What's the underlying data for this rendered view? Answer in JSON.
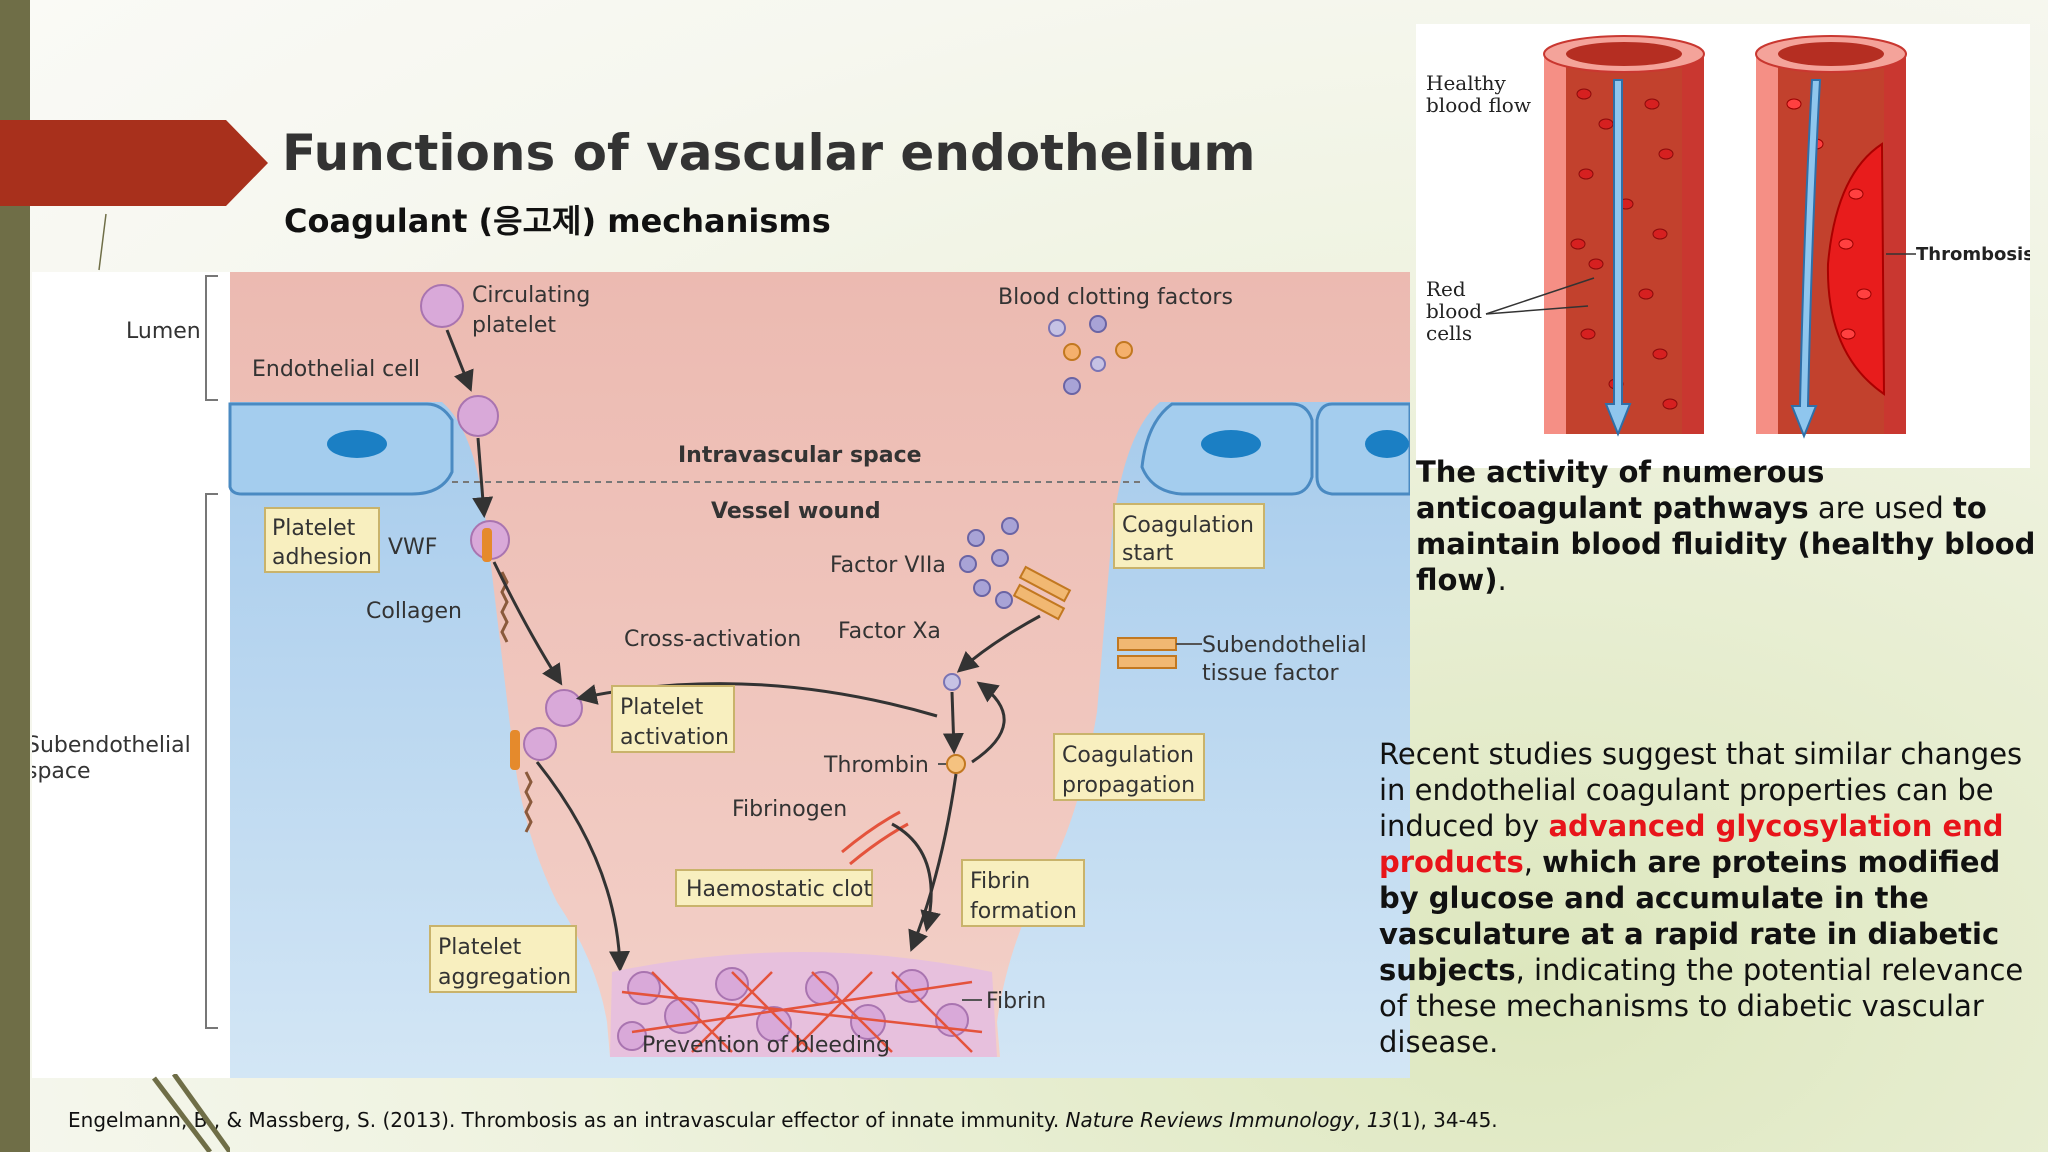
{
  "slide": {
    "title": "Functions of vascular endothelium",
    "subtitle": "Coagulant (응고제) mechanisms",
    "accent_color": "#a8301c",
    "bar_color": "#6f6e47"
  },
  "diagram": {
    "labels": {
      "lumen": "Lumen",
      "subendothelial_space_1": "Subendothelial",
      "subendothelial_space_2": "space",
      "circulating_platelet_1": "Circulating",
      "circulating_platelet_2": "platelet",
      "endothelial_cell": "Endothelial cell",
      "blood_clotting_factors": "Blood clotting factors",
      "intravascular_space": "Intravascular space",
      "vessel_wound": "Vessel wound",
      "platelet_adhesion_1": "Platelet",
      "platelet_adhesion_2": "adhesion",
      "vwf": "VWF",
      "collagen": "Collagen",
      "factor_viia": "Factor VIIa",
      "coagulation_start_1": "Coagulation",
      "coagulation_start_2": "start",
      "cross_activation": "Cross-activation",
      "factor_xa": "Factor Xa",
      "subendothelial_tissue_factor_1": "Subendothelial",
      "subendothelial_tissue_factor_2": "tissue factor",
      "platelet_activation_1": "Platelet",
      "platelet_activation_2": "activation",
      "thrombin": "Thrombin",
      "coagulation_propagation_1": "Coagulation",
      "coagulation_propagation_2": "propagation",
      "fibrinogen": "Fibrinogen",
      "haemostatic_clot": "Haemostatic clot",
      "fibrin_formation_1": "Fibrin",
      "fibrin_formation_2": "formation",
      "platelet_aggregation_1": "Platelet",
      "platelet_aggregation_2": "aggregation",
      "fibrin": "Fibrin",
      "prevention_of_bleeding": "Prevention of bleeding"
    }
  },
  "vessel_figure": {
    "healthy_1": "Healthy",
    "healthy_2": "blood flow",
    "rbc_1": "Red",
    "rbc_2": "blood",
    "rbc_3": "cells",
    "thrombosis": "Thrombosis"
  },
  "text1": {
    "a": "The activity of numerous anticoagulant pathways",
    "b": " are used ",
    "c": "to maintain blood fluidity (healthy blood flow)",
    "d": "."
  },
  "text2": {
    "a": "Recent studies suggest that similar changes in endothelial coagulant properties can be induced by ",
    "b": "advanced glycosylation end products",
    "c": ", ",
    "d": "which are proteins modified by glucose and accumulate in the vasculature at a rapid rate in diabetic subjects",
    "e": ", indicating the potential relevance of these mechanisms to diabetic vascular disease."
  },
  "citation": {
    "authors": "Engelmann, B., & Massberg, S. (2013). Thrombosis as an intravascular effector of innate immunity. ",
    "journal": "Nature Reviews Immunology",
    "sep": ", ",
    "volume": "13",
    "rest": "(1), 34-45."
  }
}
